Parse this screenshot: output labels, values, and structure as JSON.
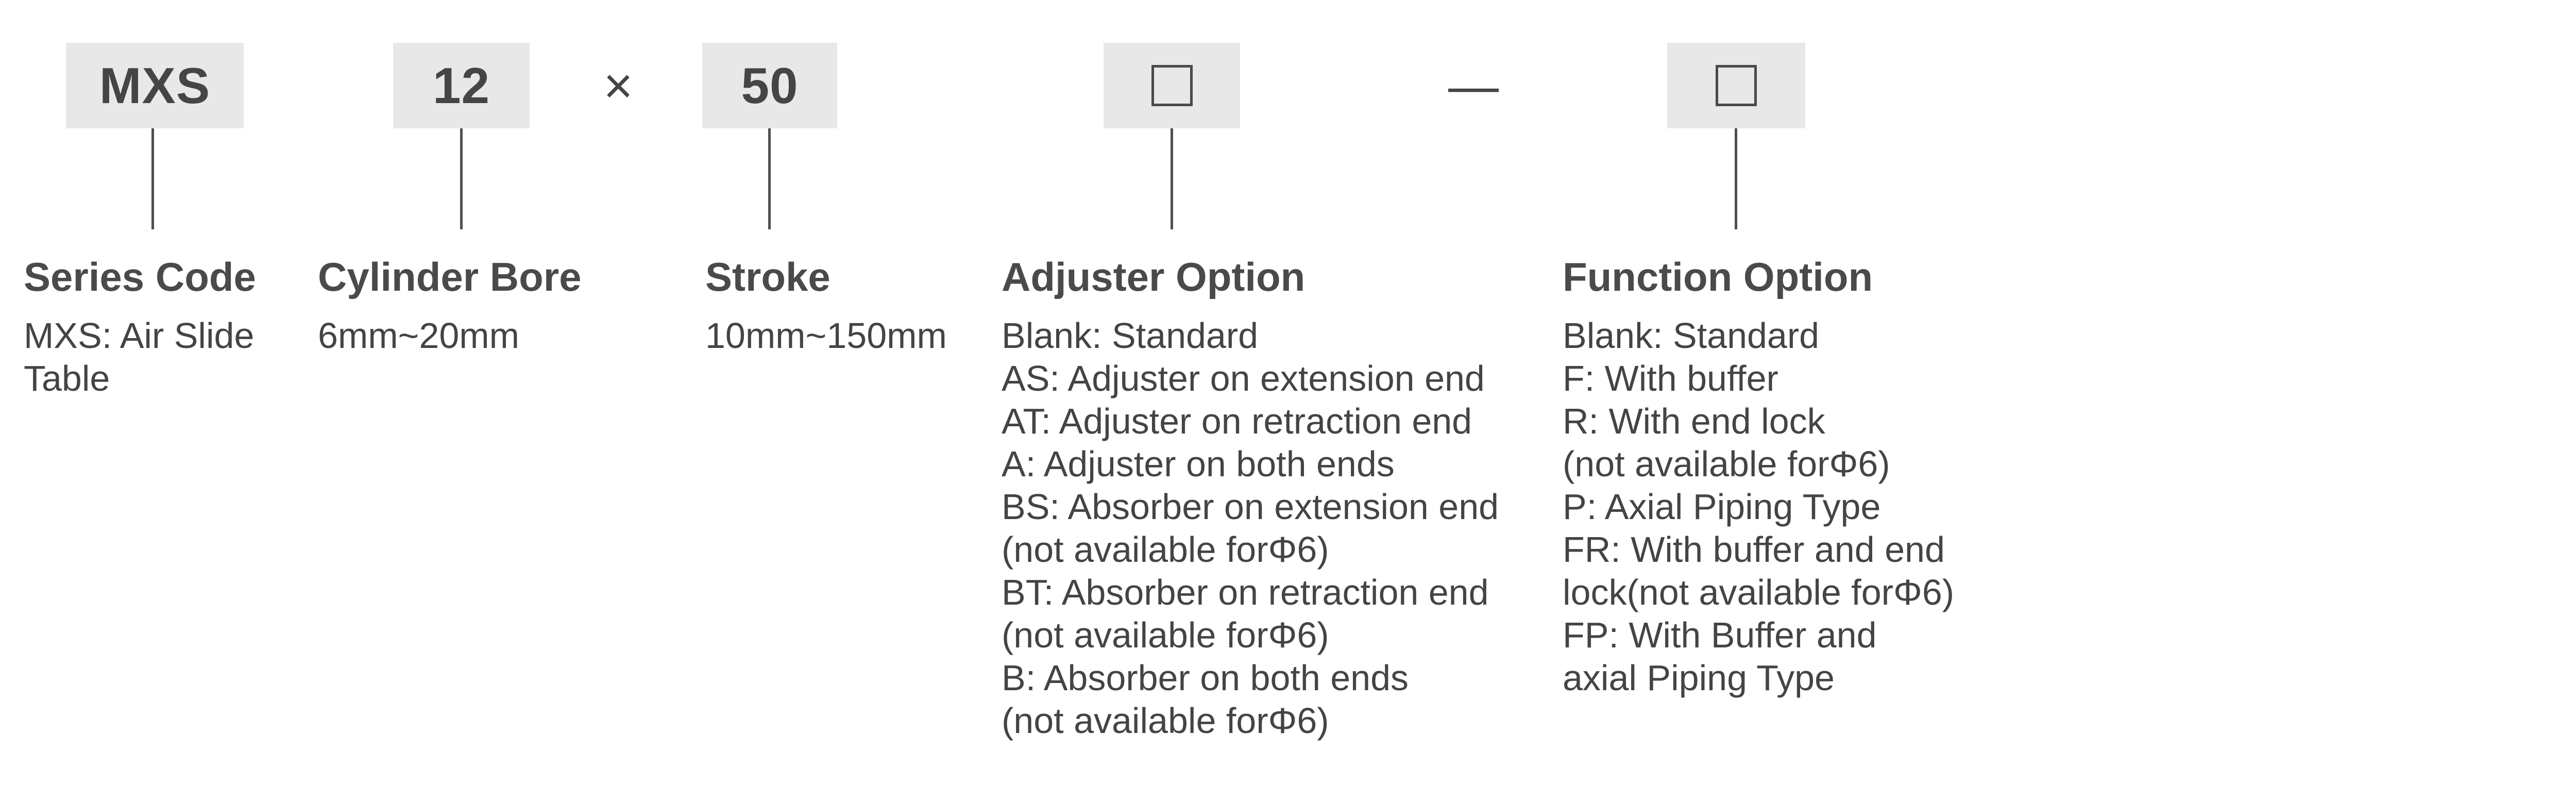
{
  "code": {
    "series": "MXS",
    "bore": "12",
    "times": "×",
    "stroke": "50",
    "dash": "—"
  },
  "series_code": {
    "heading": "Series Code",
    "desc_line1": "MXS: Air Slide",
    "desc_line2": "Table"
  },
  "cylinder_bore": {
    "heading": "Cylinder Bore",
    "desc": "6mm~20mm"
  },
  "stroke": {
    "heading": "Stroke",
    "desc": "10mm~150mm"
  },
  "adjuster_option": {
    "heading": "Adjuster Option",
    "lines": [
      "Blank: Standard",
      "AS: Adjuster on extension end",
      "AT: Adjuster on retraction end",
      "A: Adjuster on both ends",
      "BS: Absorber on extension end",
      "(not available forΦ6)",
      "BT: Absorber on retraction end",
      "(not available forΦ6)",
      "B: Absorber on both ends",
      "(not available forΦ6)"
    ]
  },
  "function_option": {
    "heading": "Function Option",
    "lines": [
      "Blank: Standard",
      "F: With buffer",
      "R: With end lock",
      "(not available forΦ6)",
      "P: Axial Piping Type",
      "FR: With buffer and end",
      "lock(not available forΦ6)",
      "FP: With Buffer and",
      "axial Piping Type"
    ]
  }
}
